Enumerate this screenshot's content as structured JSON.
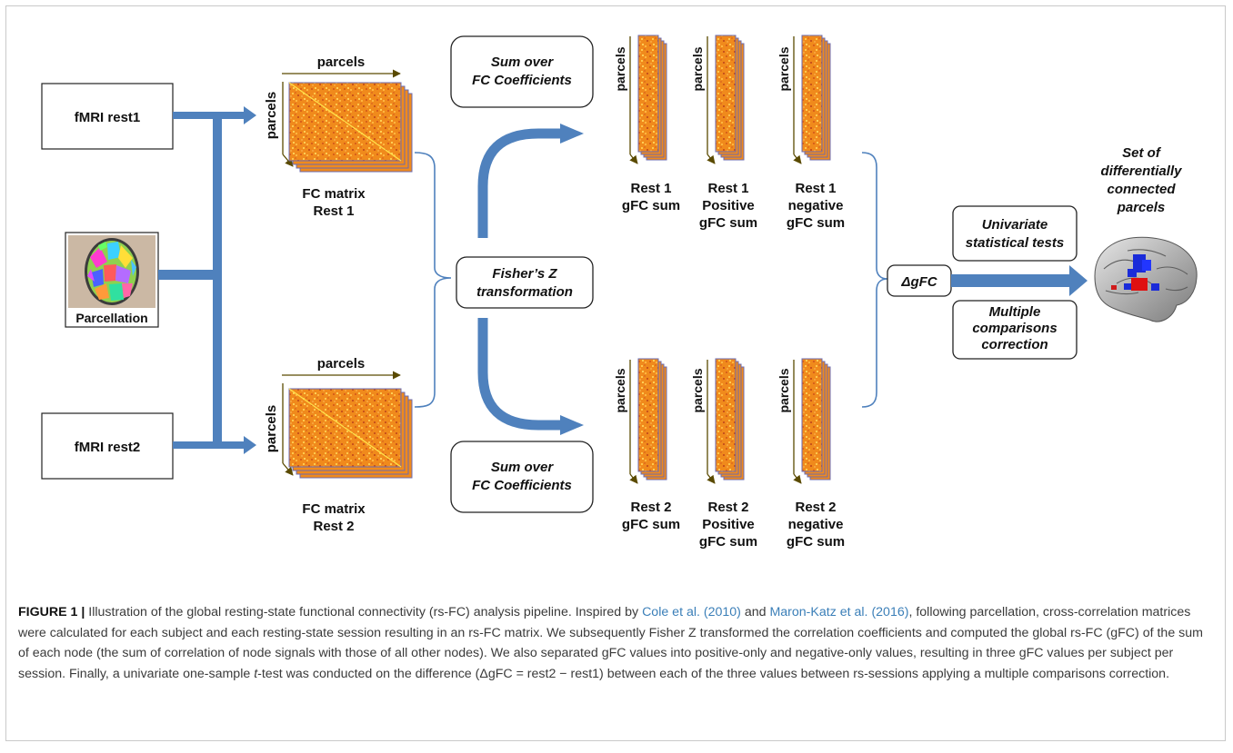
{
  "diagram": {
    "inputs": {
      "rest1": "fMRI rest1",
      "rest2": "fMRI rest2",
      "parcellation": "Parcellation"
    },
    "matrix_axis": "parcels",
    "matrices": {
      "top": {
        "line1": "FC matrix",
        "line2": "Rest 1"
      },
      "bottom": {
        "line1": "FC matrix",
        "line2": "Rest 2"
      }
    },
    "fisher": {
      "line1": "Fisher’s Z",
      "line2": "transformation"
    },
    "sum_box": {
      "line1": "Sum over",
      "line2": "FC Coefficients"
    },
    "vectors_top": [
      {
        "line1": "Rest 1",
        "line2": "gFC sum",
        "line3": ""
      },
      {
        "line1": "Rest 1",
        "line2": "Positive",
        "line3": "gFC sum"
      },
      {
        "line1": "Rest 1",
        "line2": "negative",
        "line3": "gFC sum"
      }
    ],
    "vectors_bottom": [
      {
        "line1": "Rest 2",
        "line2": "gFC sum",
        "line3": ""
      },
      {
        "line1": "Rest 2",
        "line2": "Positive",
        "line3": "gFC sum"
      },
      {
        "line1": "Rest 2",
        "line2": "negative",
        "line3": "gFC sum"
      }
    ],
    "delta": "ΔgFC",
    "univariate": {
      "line1": "Univariate",
      "line2": "statistical tests"
    },
    "multiple": {
      "line1": "Multiple",
      "line2": "comparisons",
      "line3": "correction"
    },
    "result": {
      "line1": "Set of",
      "line2": "differentially",
      "line3": "connected",
      "line4": "parcels"
    }
  },
  "caption": {
    "figure_label": "FIGURE 1 |",
    "text_1": " Illustration of the global resting-state functional connectivity (rs-FC) analysis pipeline. Inspired by ",
    "ref_1": "Cole et al. (2010)",
    "text_2": " and ",
    "ref_2": "Maron-Katz et al. (2016)",
    "text_3": ", following parcellation, cross-correlation matrices were calculated for each subject and each resting-state session resulting in an rs-FC matrix. We subsequently Fisher Z transformed the correlation coefficients and computed the global rs-FC (gFC) of the sum of each node (the sum of correlation of node signals with those of all other nodes). We also separated gFC values into positive-only and negative-only values, resulting in three gFC values per subject per session. Finally, a univariate one-sample ",
    "t_italic": "t",
    "text_4": "-test was conducted on the difference (ΔgFC = rest2 − rest1) between each of the three values between rs-sessions applying a multiple comparisons correction."
  },
  "colors": {
    "arrow_blue": "#4f81bd",
    "matrix_orange": "#f08a1c",
    "matrix_diag": "#ffd23c",
    "axis_arrow": "#5a4a00",
    "border_gray": "#c9c9c9",
    "link_blue": "#3b7fb8"
  }
}
